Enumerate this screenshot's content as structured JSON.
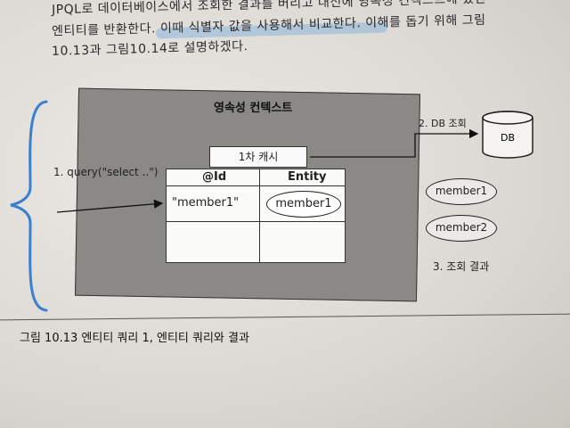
{
  "body_text": {
    "line1": "JPQL로 데이터베이스에서 조회한 결과를 버리고 대신에 영속성 컨텍스트에 있던",
    "line2": "엔티티를 반환한다. 이때 식별자 값을 사용해서 비교한다. 이해를 돕기 위해 그림",
    "line3": "10.13과 그림10.14로 설명하겠다."
  },
  "diagram": {
    "context_title": "영속성 컨텍스트",
    "cache_label": "1차 캐시",
    "table_headers": [
      "@Id",
      "Entity"
    ],
    "table_row": {
      "id": "\"member1\"",
      "entity": "member1"
    },
    "query_label": "1. query(\"select ..\")",
    "db_query_label": "2. DB 조회",
    "db_label": "DB",
    "results": [
      "member1",
      "member2"
    ],
    "result_label": "3. 조회 결과"
  },
  "caption": "그림 10.13 엔티티 쿼리 1, 엔티티 쿼리와 결과",
  "colors": {
    "context_box": "#8a8986",
    "highlight": "#78aadc",
    "brace": "#3a7fd0"
  }
}
